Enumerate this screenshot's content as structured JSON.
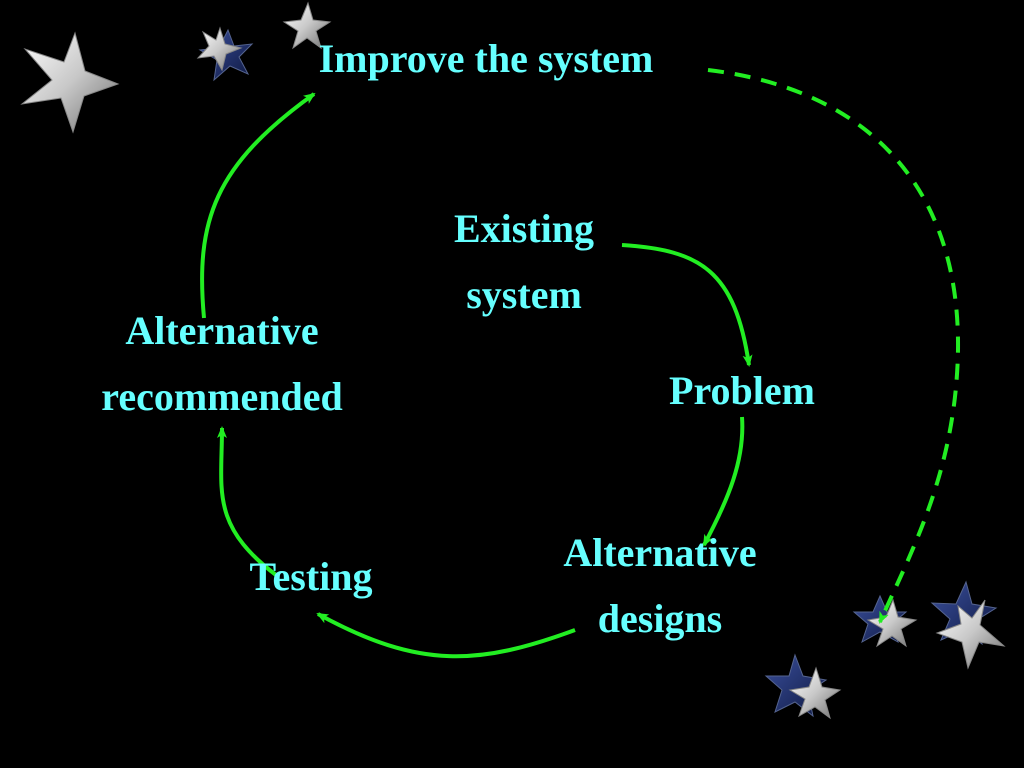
{
  "diagram": {
    "nodes": {
      "improve": {
        "lines": [
          "Improve the system"
        ]
      },
      "existing": {
        "lines": [
          "Existing",
          "system"
        ]
      },
      "problem": {
        "lines": [
          "Problem"
        ]
      },
      "alt_designs": {
        "lines": [
          "Alternative",
          "designs"
        ]
      },
      "testing": {
        "lines": [
          "Testing"
        ]
      },
      "alt_recommended": {
        "lines": [
          "Alternative",
          "recommended"
        ]
      }
    },
    "edges": [
      {
        "from": "Existing system",
        "to": "Problem",
        "style": "solid"
      },
      {
        "from": "Problem",
        "to": "Alternative designs",
        "style": "solid"
      },
      {
        "from": "Alternative designs",
        "to": "Testing",
        "style": "solid"
      },
      {
        "from": "Testing",
        "to": "Alternative recommended",
        "style": "solid"
      },
      {
        "from": "Alternative recommended",
        "to": "Improve the system",
        "style": "solid"
      },
      {
        "from": "Improve the system",
        "to": "stars",
        "style": "dashed"
      }
    ]
  },
  "colors": {
    "background": "#000000",
    "text": "#66ffff",
    "arrow": "#22ee22",
    "star_silver": "#d8d8d8",
    "star_navy": "#1a2a66"
  },
  "decorations": [
    "silver-star-icon",
    "navy-star-icon"
  ]
}
